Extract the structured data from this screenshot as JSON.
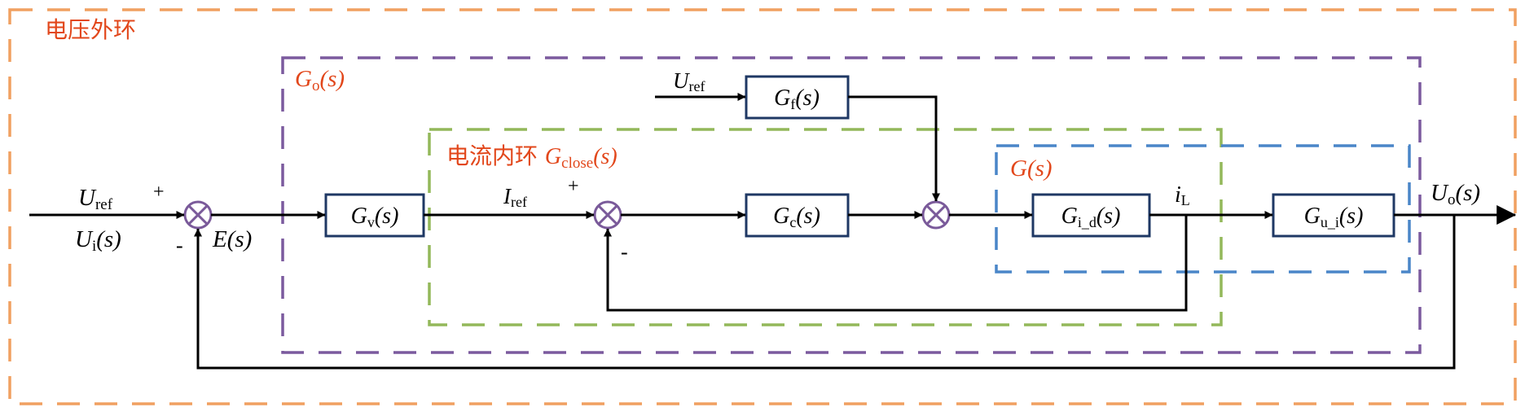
{
  "colors": {
    "outer_frame": "#F0A061",
    "go_frame": "#7B5A9E",
    "inner_frame": "#93B85A",
    "g_frame": "#4A86C8",
    "block_stroke": "#1F3864",
    "summer_stroke": "#7A5A9A",
    "label_red": "#E2471B",
    "line": "#000000"
  },
  "labels": {
    "outer_loop": "电压外环",
    "go": {
      "main": "G",
      "sub": "o",
      "arg": "(s)"
    },
    "inner_loop_prefix": "电流内环 ",
    "inner_loop_g": {
      "main": "G",
      "sub": "close",
      "arg": "(s)"
    },
    "g_loop": "G(s)"
  },
  "blocks": {
    "gv": {
      "main": "G",
      "sub": "v",
      "arg": "(s)"
    },
    "gf": {
      "main": "G",
      "sub": "f",
      "arg": "(s)"
    },
    "gc": {
      "main": "G",
      "sub": "c",
      "arg": "(s)"
    },
    "gid": {
      "main": "G",
      "sub": "i_d",
      "arg": "(s)"
    },
    "gui": {
      "main": "G",
      "sub": "u_i",
      "arg": "(s)"
    }
  },
  "signals": {
    "uref_in": {
      "main": "U",
      "sub": "ref"
    },
    "ui": {
      "main": "U",
      "sub": "i",
      "arg": "(s)"
    },
    "e": "E(s)",
    "iref": {
      "main": "I",
      "sub": "ref"
    },
    "uref_ff": {
      "main": "U",
      "sub": "ref"
    },
    "il": {
      "main": "i",
      "sub": "L"
    },
    "uo": {
      "main": "U",
      "sub": "o",
      "arg": "(s)"
    }
  },
  "signs": {
    "sum1_plus": "+",
    "sum1_minus": "-",
    "sum2_plus": "+",
    "sum2_minus": "-"
  }
}
